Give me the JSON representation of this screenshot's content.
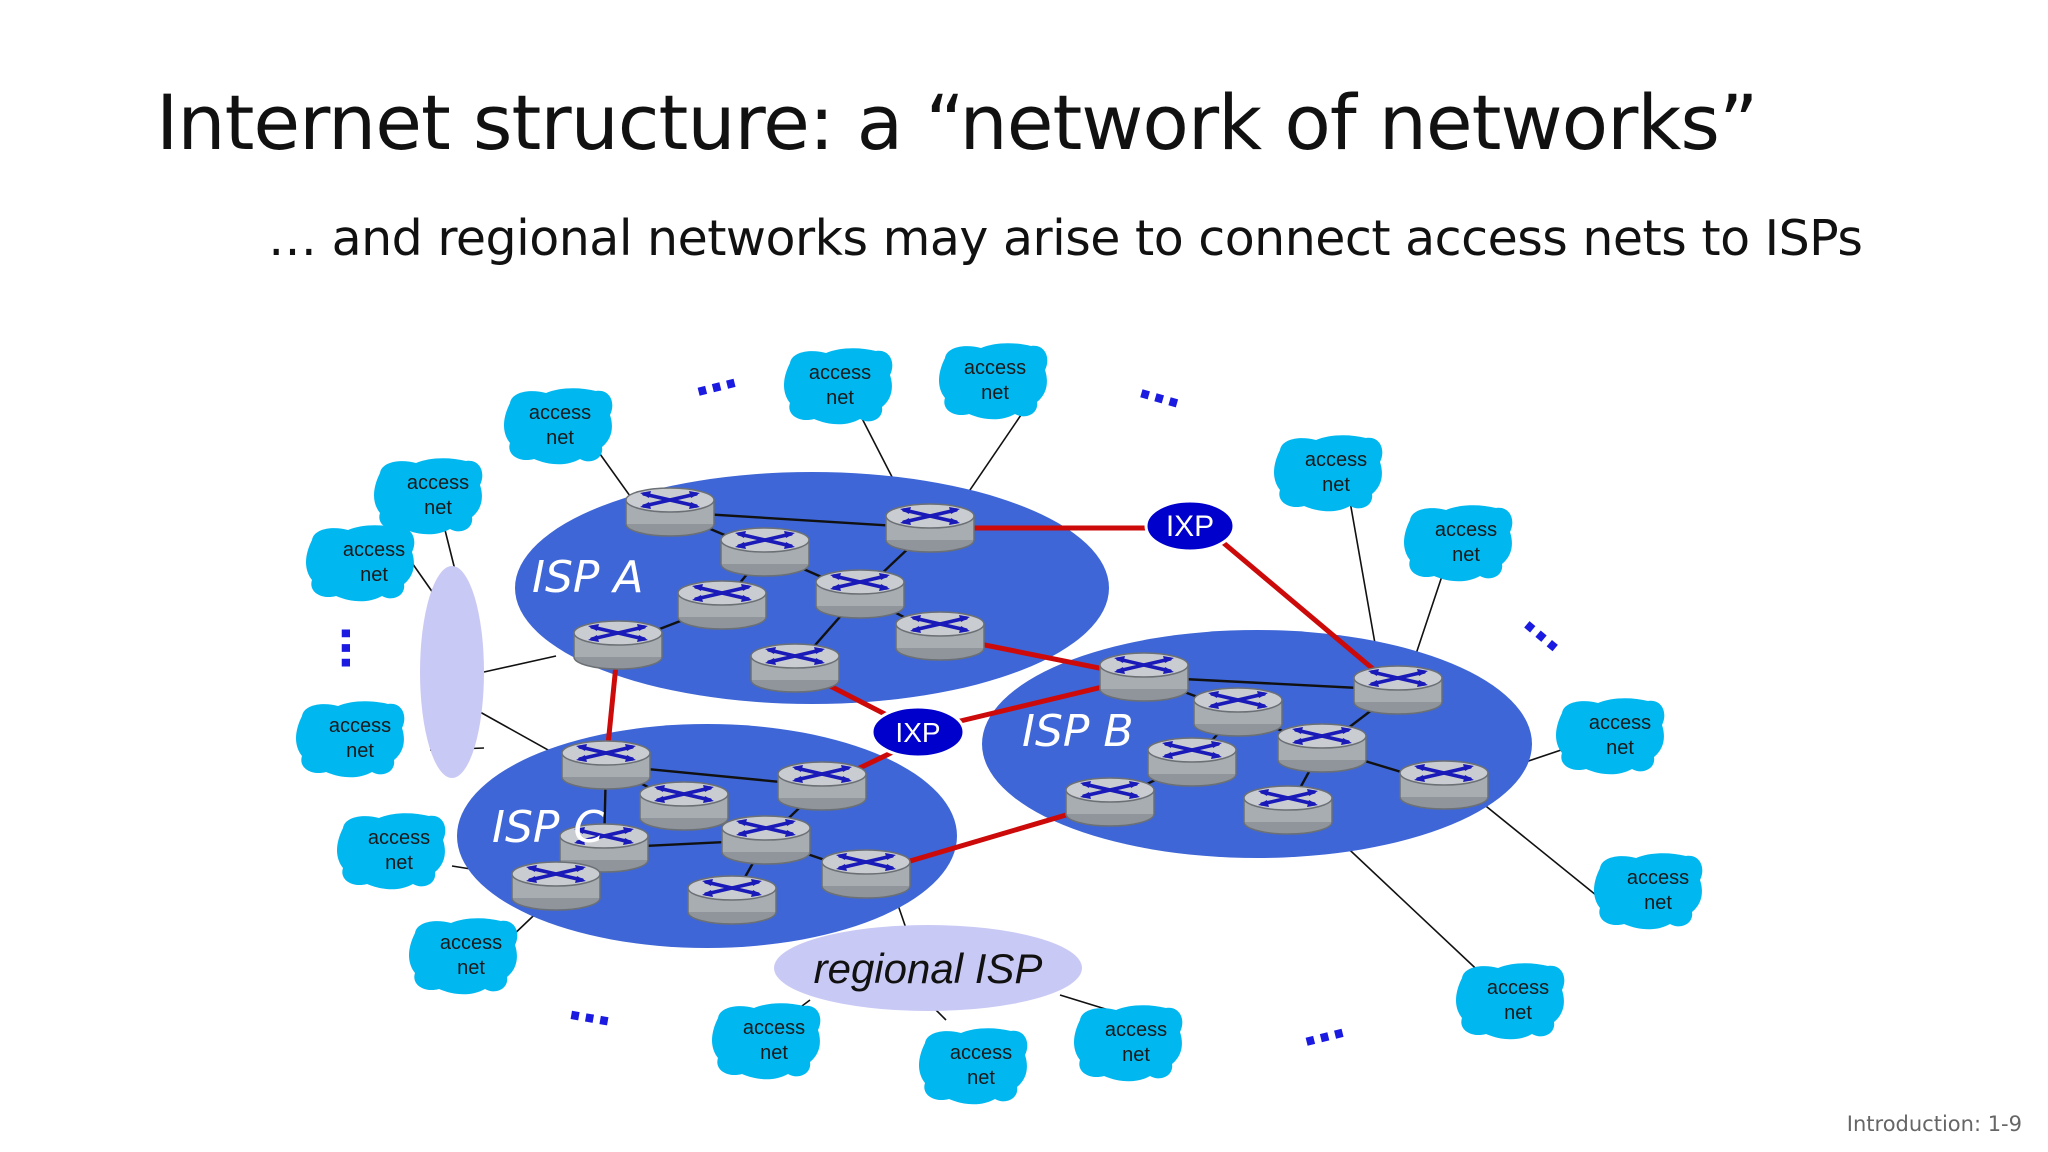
{
  "slide": {
    "title": "Internet structure: a “network of networks”",
    "subtitle": "… and regional networks may arise to connect access nets to ISPs",
    "footer": "Introduction: 1-9"
  },
  "diagram": {
    "isps": [
      {
        "id": "A",
        "label": "ISP A"
      },
      {
        "id": "B",
        "label": "ISP B"
      },
      {
        "id": "C",
        "label": "ISP C"
      }
    ],
    "ixps": [
      {
        "id": "ixp1",
        "label": "IXP"
      },
      {
        "id": "ixp2",
        "label": "IXP"
      }
    ],
    "regional_isp": {
      "label": "regional ISP"
    },
    "access_net": {
      "line1": "access",
      "line2": "net"
    },
    "ellipsis": "…",
    "colors": {
      "isp_fill": "#3e66d6",
      "ixp_fill": "#0000cc",
      "regional_fill": "#c9c9f5",
      "access_net_fill": "#00b7f0",
      "peering_link": "#cc0a0a",
      "router_body": "#b4b8bd",
      "router_arrows": "#1a1ab8",
      "ellipsis_dots": "#1a1ae0"
    }
  }
}
